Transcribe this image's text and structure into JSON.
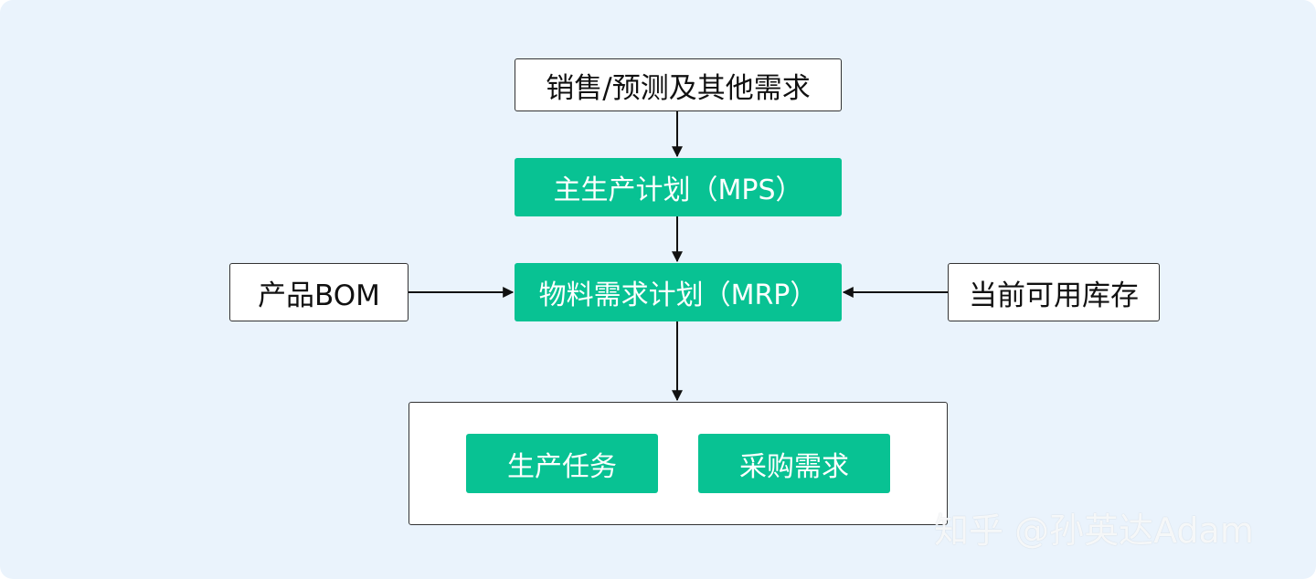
{
  "colors": {
    "background": "#eaf3fc",
    "accent_green": "#08c293",
    "box_border": "#333333",
    "arrow": "#111111"
  },
  "nodes": {
    "demand": "销售/预测及其他需求",
    "mps": "主生产计划（MPS）",
    "bom": "产品BOM",
    "mrp": "物料需求计划（MRP）",
    "inventory": "当前可用库存",
    "production_task": "生产任务",
    "purchase_demand": "采购需求"
  },
  "watermark": "知乎 @孙英达Adam"
}
